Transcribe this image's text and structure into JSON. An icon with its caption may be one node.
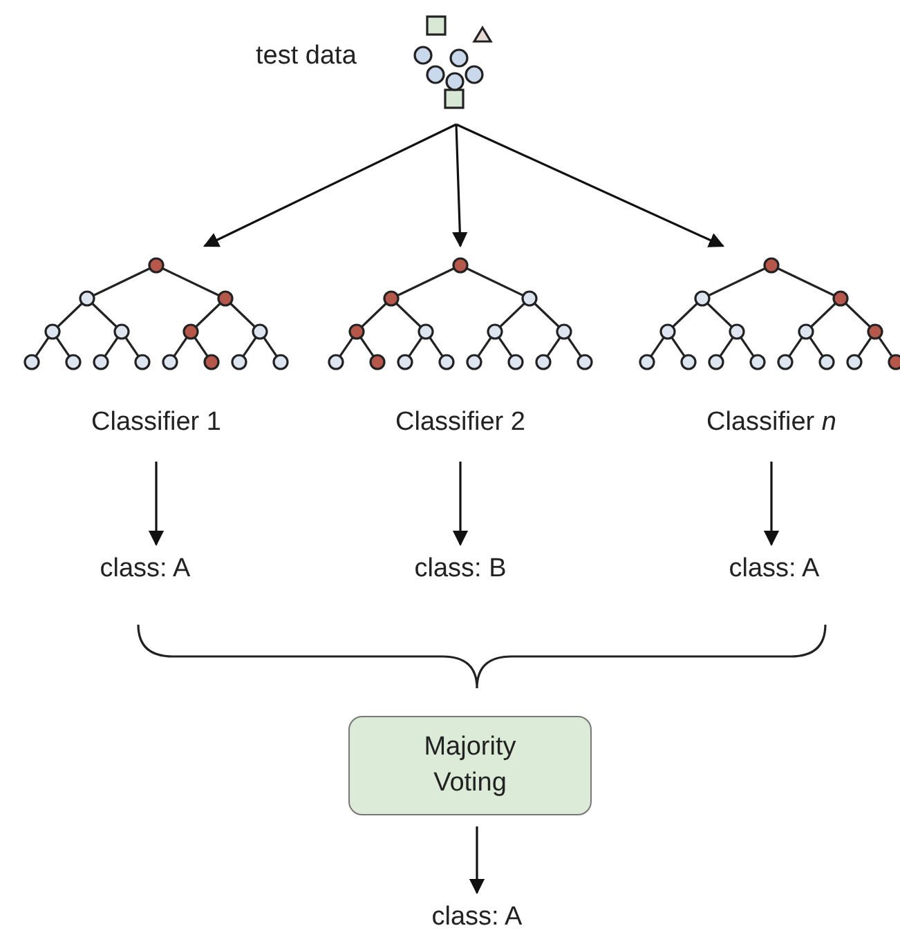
{
  "diagram": {
    "nodes": [
      {
        "text": [
          "test data"
        ]
      },
      {
        "text": [
          "Classifier 1"
        ]
      },
      {
        "text": [
          "Classifier 2"
        ]
      },
      {
        "text": [
          "Classifier *n*"
        ]
      },
      {
        "text": [
          "class: A"
        ]
      },
      {
        "text": [
          "class: B"
        ]
      },
      {
        "text": [
          "class: A"
        ]
      },
      {
        "text": [
          "Majority Voting"
        ]
      },
      {
        "text": [
          "class: A"
        ]
      }
    ],
    "edges": [
      {
        "from": 0,
        "to": 1,
        "arrow": "to"
      },
      {
        "from": 0,
        "to": 2,
        "arrow": "to"
      },
      {
        "from": 0,
        "to": 3,
        "arrow": "to"
      },
      {
        "from": 1,
        "to": 4,
        "arrow": "to"
      },
      {
        "from": 2,
        "to": 5,
        "arrow": "to"
      },
      {
        "from": 3,
        "to": 6,
        "arrow": "to"
      },
      {
        "from": 7,
        "to": 8,
        "arrow": "to"
      }
    ]
  }
}
